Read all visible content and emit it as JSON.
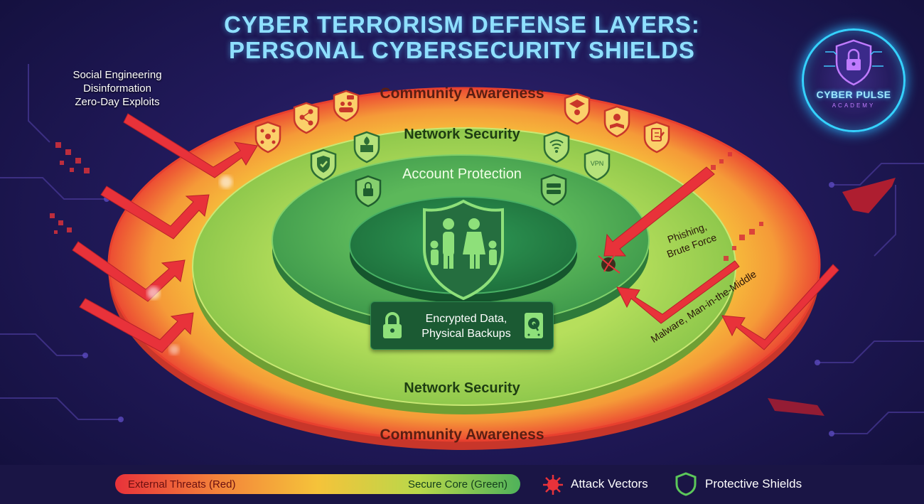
{
  "title": {
    "line1": "CYBER TERRORISM DEFENSE LAYERS:",
    "line2": "PERSONAL CYBERSECURITY SHIELDS"
  },
  "logo": {
    "name": "CYBER PULSE",
    "sub": "ACADEMY"
  },
  "layers": {
    "outer_top": "Community Awareness",
    "outer_bottom": "Community Awareness",
    "middle_top": "Network Security",
    "middle_bottom": "Network Security",
    "inner": "Account Protection",
    "core": "Encrypted Data,\nPhysical Backups"
  },
  "threats": {
    "left": [
      "Social Engineering",
      "Disinformation",
      "Zero-Day Exploits"
    ],
    "right_1": [
      "Phishing,",
      "Brute Force"
    ],
    "right_2": "Malware, Man-in-the-Middle"
  },
  "legend": {
    "external": "External Threats (Red)",
    "secure": "Secure Core (Green)",
    "attack": "Attack Vectors",
    "protective": "Protective Shields"
  },
  "colors": {
    "outer_ring": "#f38a3a",
    "middle_ring": "#a8d85a",
    "inner_ring": "#4fae5a",
    "core": "#2a8a4e",
    "threat": "#e8323a",
    "title": "#8fe0ff"
  },
  "icons": {
    "outer": [
      "network-shield-icon",
      "share-shield-icon",
      "group-chat-shield-icon",
      "graduation-shield-icon",
      "lightbulb-book-shield-icon",
      "checklist-shield-icon"
    ],
    "middle": [
      "check-shield-icon",
      "firewall-shield-icon",
      "wifi-shield-icon",
      "vpn-shield-icon"
    ],
    "inner": [
      "lock-shield-icon",
      "password-shield-icon"
    ],
    "core": "family-shield-icon"
  }
}
